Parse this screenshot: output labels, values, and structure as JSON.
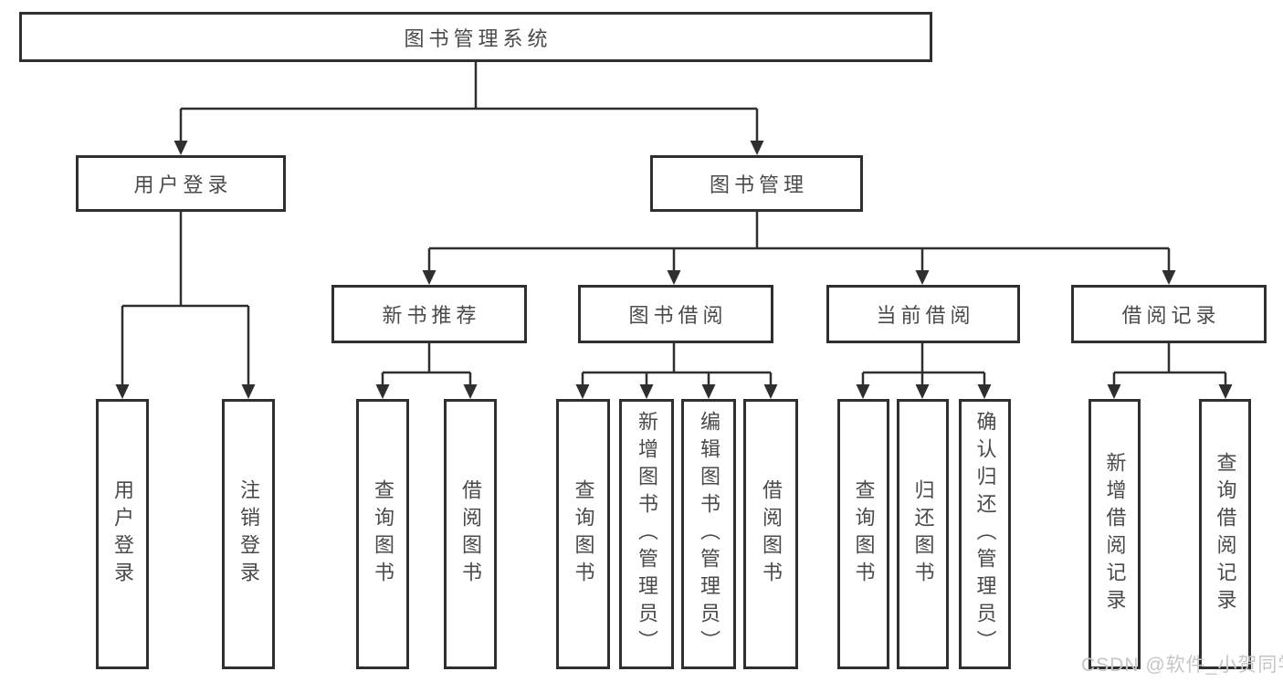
{
  "diagram": {
    "title": "图书管理系统",
    "branches": [
      {
        "label": "用户登录",
        "children": [
          {
            "label": "用户登录"
          },
          {
            "label": "注销登录"
          }
        ]
      },
      {
        "label": "图书管理",
        "groups": [
          {
            "label": "新书推荐",
            "children": [
              {
                "label": "查询图书"
              },
              {
                "label": "借阅图书"
              }
            ]
          },
          {
            "label": "图书借阅",
            "children": [
              {
                "label": "查询图书"
              },
              {
                "label": "新增图书（管理员）"
              },
              {
                "label": "编辑图书（管理员）"
              },
              {
                "label": "借阅图书"
              }
            ]
          },
          {
            "label": "当前借阅",
            "children": [
              {
                "label": "查询图书"
              },
              {
                "label": "归还图书"
              },
              {
                "label": "确认归还（管理员）"
              }
            ]
          },
          {
            "label": "借阅记录",
            "children": [
              {
                "label": "新增借阅记录"
              },
              {
                "label": "查询借阅记录"
              }
            ]
          }
        ]
      }
    ]
  },
  "watermark": {
    "text": "CSDN @软件_小贺同学"
  },
  "colors": {
    "line": "#2f2f2f",
    "text": "#4a4a4a",
    "background": "#ffffff",
    "watermark": "#c6c6c6"
  }
}
